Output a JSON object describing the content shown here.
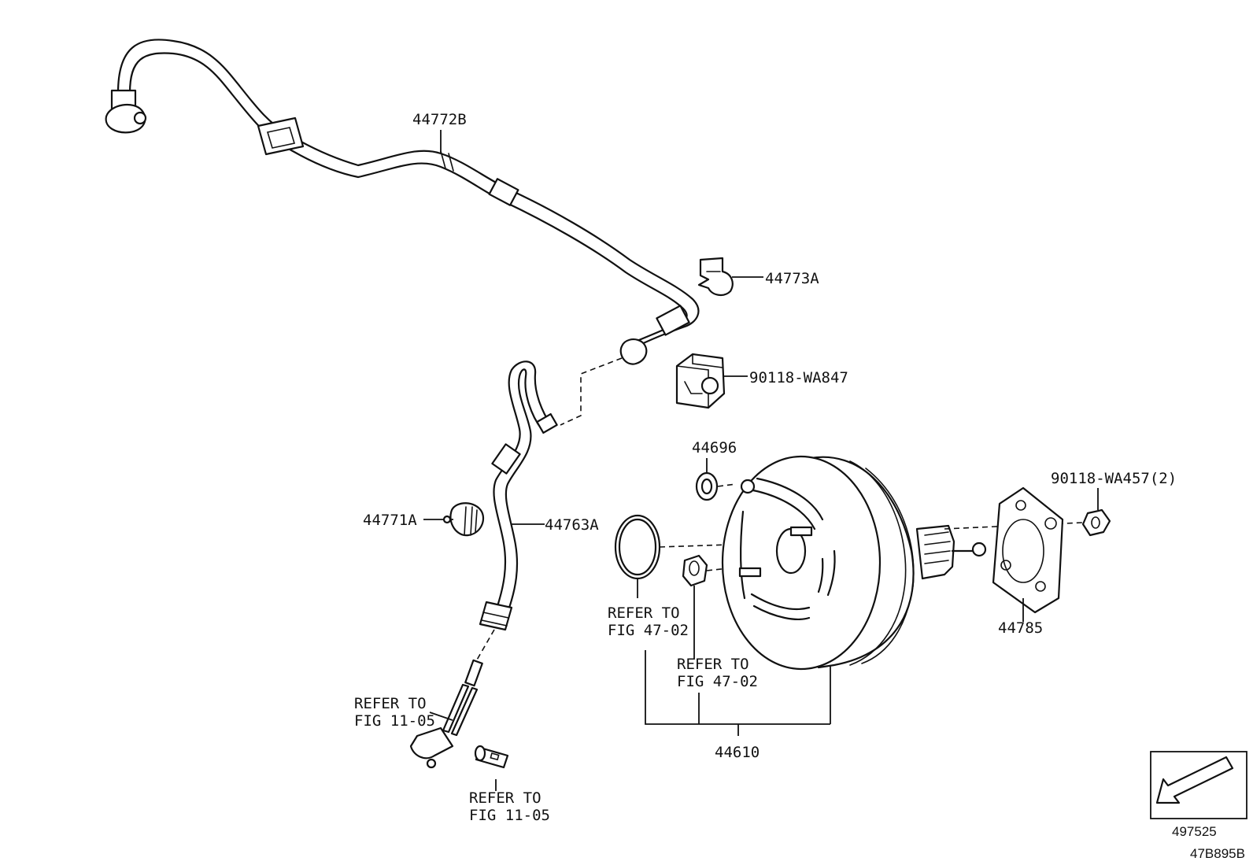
{
  "labels": {
    "hose_upper": "44772B",
    "clip_upper": "44773A",
    "clamp": "90118-WA847",
    "grommet": "44696",
    "nut": "90118-WA457(2)",
    "check_valve": "44771A",
    "hose_lower": "44763A",
    "gasket": "44785",
    "booster_assy": "44610",
    "refer_ring_1": "REFER TO",
    "refer_ring_2": "FIG 47-02",
    "refer_nut_1": "REFER TO",
    "refer_nut_2": "FIG 47-02",
    "refer_sensor_1": "REFER TO",
    "refer_sensor_2": "FIG 11-05",
    "refer_plug_1": "REFER TO",
    "refer_plug_2": "FIG 11-05"
  },
  "footer": {
    "direction_code": "497525",
    "figure_code": "47B895B"
  },
  "icons": {
    "direction": "front-arrow-icon"
  }
}
